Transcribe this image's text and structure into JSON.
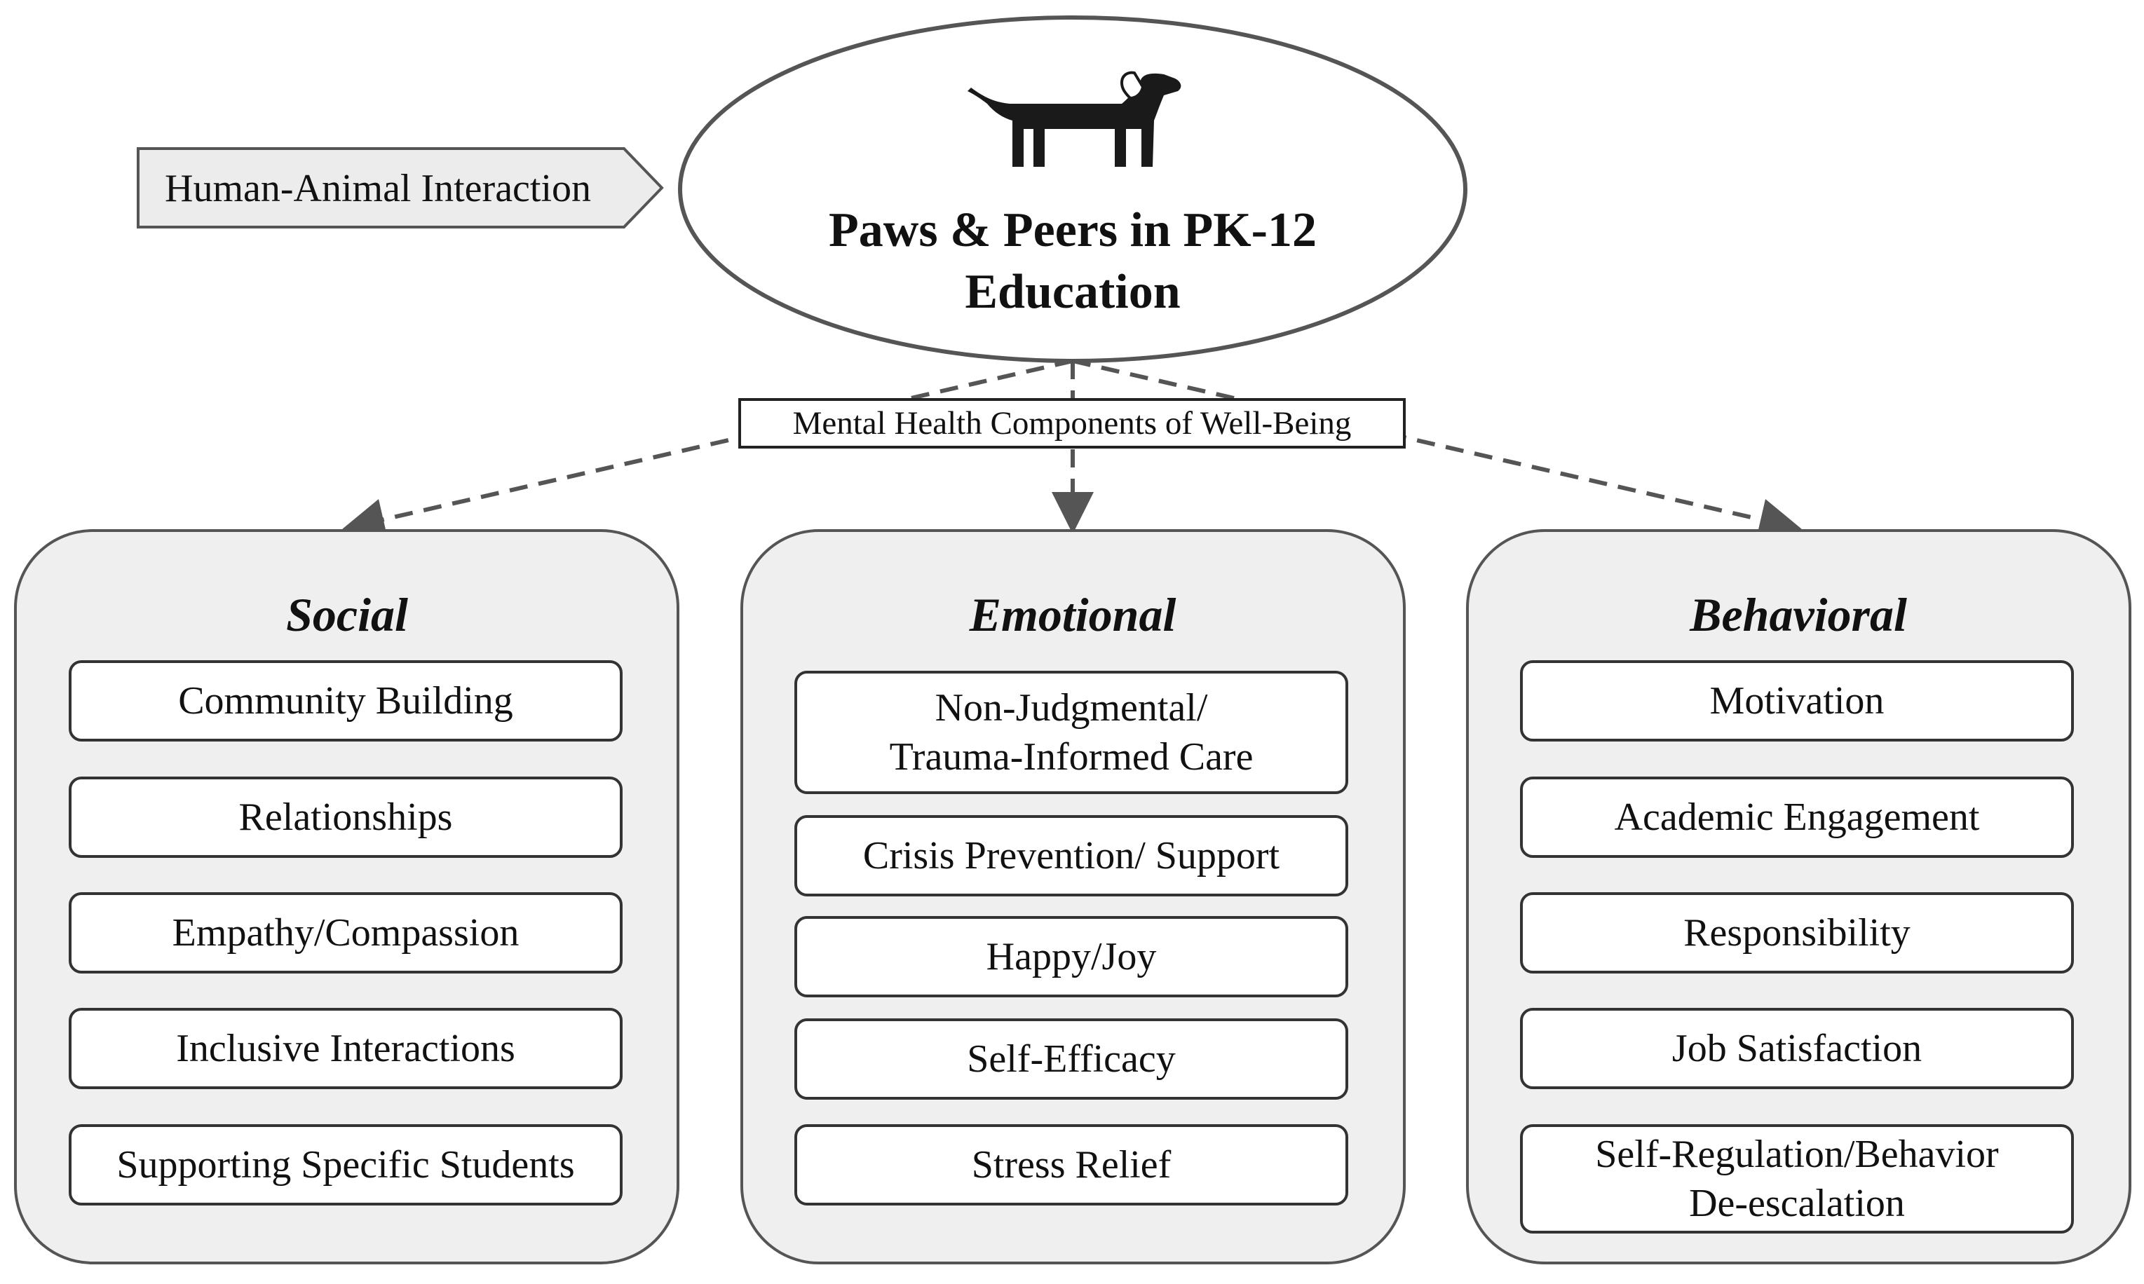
{
  "arrow_label": "Human-Animal Interaction",
  "center": {
    "title_line1": "Paws & Peers in PK-12",
    "title_line2": "Education",
    "icon": "dog-icon"
  },
  "subtitle": "Mental Health Components of Well-Being",
  "columns": [
    {
      "heading": "Social",
      "items": [
        "Community Building",
        "Relationships",
        "Empathy/Compassion",
        "Inclusive Interactions",
        "Supporting Specific Students"
      ]
    },
    {
      "heading": "Emotional",
      "items": [
        "Non-Judgmental/\nTrauma-Informed Care",
        "Crisis Prevention/ Support",
        "Happy/Joy",
        "Self-Efficacy",
        "Stress Relief"
      ]
    },
    {
      "heading": "Behavioral",
      "items": [
        "Motivation",
        "Academic Engagement",
        "Responsibility",
        "Job Satisfaction",
        "Self-Regulation/Behavior\nDe-escalation"
      ]
    }
  ],
  "colors": {
    "panel_fill": "#efefef",
    "pentagon_fill": "#ececec",
    "stroke": "#555555"
  }
}
